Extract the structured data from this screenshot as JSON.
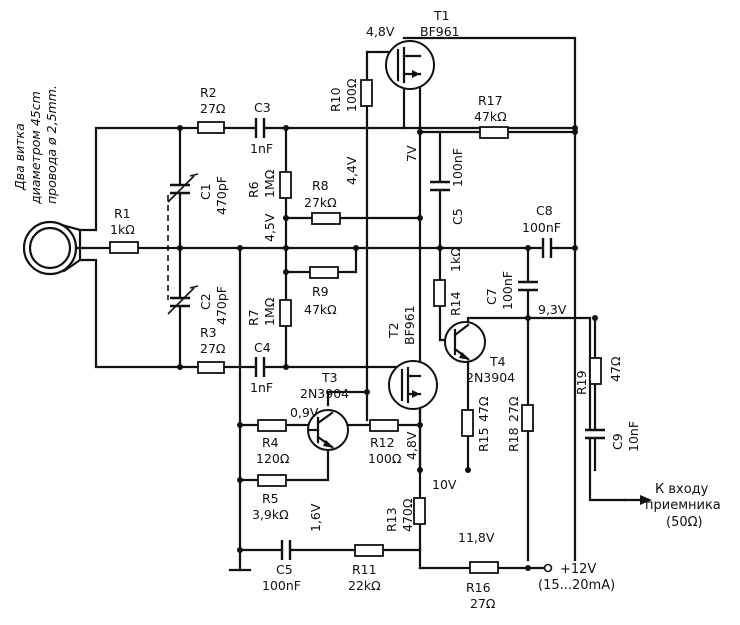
{
  "loop_note": [
    "Два витка",
    "диаметром 45cm",
    "провода ø 2,5mm."
  ],
  "components": {
    "R1": {
      "ref": "R1",
      "value": "1kΩ"
    },
    "R2": {
      "ref": "R2",
      "value": "27Ω"
    },
    "R3": {
      "ref": "R3",
      "value": "27Ω"
    },
    "R4": {
      "ref": "R4",
      "value": "120Ω"
    },
    "R5": {
      "ref": "R5",
      "value": "3,9kΩ"
    },
    "R6": {
      "ref": "R6",
      "value": "1MΩ"
    },
    "R7": {
      "ref": "R7",
      "value": "1MΩ"
    },
    "R8": {
      "ref": "R8",
      "value": "27kΩ"
    },
    "R9": {
      "ref": "R9",
      "value": "47kΩ"
    },
    "R10": {
      "ref": "R10",
      "value": "100Ω"
    },
    "R11": {
      "ref": "R11",
      "value": "22kΩ"
    },
    "R12": {
      "ref": "R12",
      "value": "100Ω"
    },
    "R13": {
      "ref": "R13",
      "value": "470Ω"
    },
    "R14": {
      "ref": "R14",
      "value": "1kΩ"
    },
    "R15": {
      "ref": "R15",
      "value": "47Ω"
    },
    "R16": {
      "ref": "R16",
      "value": "27Ω"
    },
    "R17": {
      "ref": "R17",
      "value": "47kΩ"
    },
    "R18": {
      "ref": "R18",
      "value": "27Ω"
    },
    "R19": {
      "ref": "R19",
      "value": "47Ω"
    },
    "C1": {
      "ref": "C1",
      "value": "470pF"
    },
    "C2": {
      "ref": "C2",
      "value": "470pF"
    },
    "C3": {
      "ref": "C3",
      "value": "1nF"
    },
    "C4": {
      "ref": "C4",
      "value": "1nF"
    },
    "C5a": {
      "ref": "C5",
      "value": "100nF"
    },
    "C5b": {
      "ref": "C5",
      "value": "100nF"
    },
    "C7": {
      "ref": "C7",
      "value": "100nF"
    },
    "C8": {
      "ref": "C8",
      "value": "100nF"
    },
    "C9": {
      "ref": "C9",
      "value": "10nF"
    },
    "T1": {
      "ref": "T1",
      "value": "BF961"
    },
    "T2": {
      "ref": "T2",
      "value": "BF961"
    },
    "T3": {
      "ref": "T3",
      "value": "2N3904"
    },
    "T4": {
      "ref": "T4",
      "value": "2N3904"
    }
  },
  "voltages": {
    "t1_source": "4,8V",
    "t2_drain": "4,4V",
    "t1_drain": "7V",
    "bias": "4,5V",
    "t4": "9,3V",
    "t3_base": "0,9V",
    "t2_source": "4,8V",
    "t3_emitter": "1,6V",
    "supply_node": "10V",
    "filtered": "11,8V"
  },
  "supply": {
    "label": "+12V",
    "current": "(15...20mA)"
  },
  "output": {
    "line1": "К входу",
    "line2": "приемника",
    "line3": "(50Ω)"
  }
}
